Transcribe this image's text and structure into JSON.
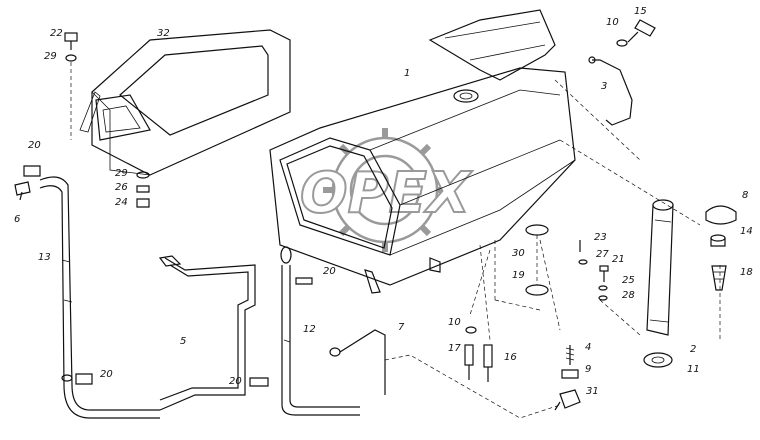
{
  "diagram": {
    "watermark": "OPEX",
    "callouts": {
      "c1": "1",
      "c2": "2",
      "c3": "3",
      "c4": "4",
      "c5": "5",
      "c6": "6",
      "c7": "7",
      "c8": "8",
      "c9": "9",
      "c10a": "10",
      "c10b": "10",
      "c11": "11",
      "c12": "12",
      "c13": "13",
      "c14": "14",
      "c15": "15",
      "c16": "16",
      "c17": "17",
      "c18": "18",
      "c19": "19",
      "c20a": "20",
      "c20b": "20",
      "c20c": "20",
      "c20d": "20",
      "c21": "21",
      "c22": "22",
      "c23": "23",
      "c24": "24",
      "c25": "25",
      "c26": "26",
      "c27": "27",
      "c28": "28",
      "c29a": "29",
      "c29b": "29",
      "c30": "30",
      "c31": "31",
      "c32": "32"
    }
  }
}
